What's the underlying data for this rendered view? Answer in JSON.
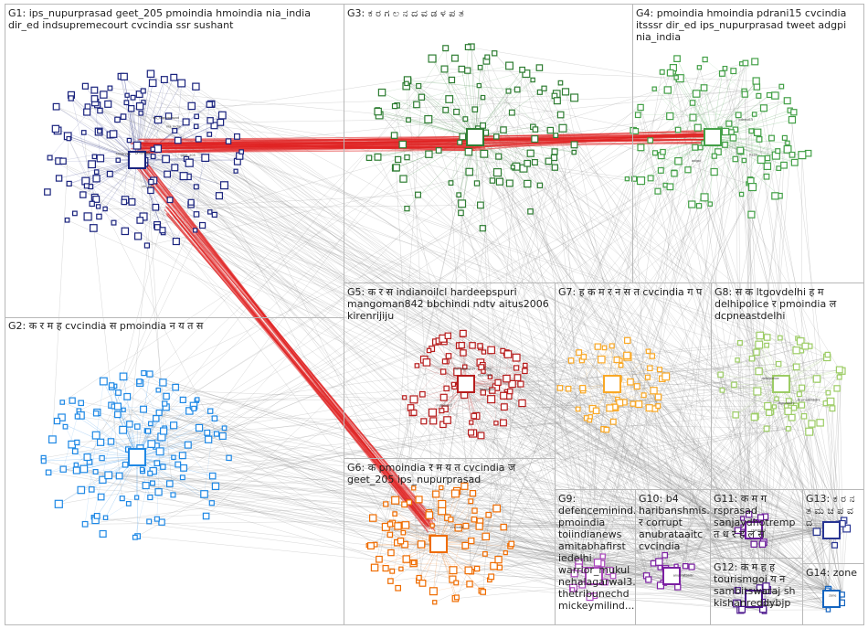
{
  "diagram": {
    "type": "network-graph",
    "edge_color": "#8c8c8c",
    "highlight_edge_color": "#e02020",
    "groups": [
      {
        "id": "G1",
        "label": "G1: ips_nupurprasad geet_205 pmoindia hmoindia nia_india dir_ed indsupremecourt cvcindia ssr sushant",
        "color": "#1a237e"
      },
      {
        "id": "G2",
        "label": "G2: क र म ह cvcindia स pmoindia न य त स",
        "color": "#1e88e5"
      },
      {
        "id": "G3",
        "label": "G3: ಕ ರ ಗ ಲ ನ ದ ವ ಡ ಳ ಪ ತ",
        "color": "#2e7d32"
      },
      {
        "id": "G4",
        "label": "G4: pmoindia hmoindia pdrani15 cvcindia itsssr dir_ed ips_nupurprasad tweet adgpi nia_india",
        "color": "#43a047"
      },
      {
        "id": "G5",
        "label": "G5: क र स indianoilcl hardeepspuri mangoman842 bbchindi ndtv aitus2006 kirenrijiju",
        "color": "#b71c1c"
      },
      {
        "id": "G6",
        "label": "G6: क pmoindia र म य त cvcindia ज geet_205 ips_nupurprasad",
        "color": "#ef6c00"
      },
      {
        "id": "G7",
        "label": "G7: ह क म र न स त cvcindia ग प",
        "color": "#f9a825"
      },
      {
        "id": "G8",
        "label": "G8: स क ltgovdelhi ह म delhipolice र pmoindia ल dcpneastdelhi",
        "color": "#9ccc65"
      },
      {
        "id": "G9",
        "label": "G9: defenceminind... pmoindia toiindianews amitabhafirst iedelhi warrior_mukul nehalagarwal3... thetribunechd mickeymilind...",
        "color": "#ab47bc"
      },
      {
        "id": "G10",
        "label": "G10: b4 haribanshmis... र corrupt anubrataaitc cvcindia",
        "color": "#7b1fa2"
      },
      {
        "id": "G11",
        "label": "G11: क म ग rsprasad sanjaydhotremp त ध र ह ल स",
        "color": "#6a1b9a"
      },
      {
        "id": "G12",
        "label": "G12: क म ह ह tourismgoi य न sambitswaraj sh kishanreddybjp",
        "color": "#4a148c"
      },
      {
        "id": "G13",
        "label": "G13: ಕ ರ ನ ತ ಮ ಚ ಪ ವ ದ",
        "color": "#283593"
      },
      {
        "id": "G14",
        "label": "G14: zone",
        "color": "#1565c0"
      }
    ],
    "node_labels": [
      "ips_nupurprasad",
      "geet_205",
      "pmoindia",
      "hmoindia",
      "nia_india",
      "dir_ed",
      "cvcindia",
      "pdrani15",
      "itsssr",
      "adgpi",
      "indianoilcl",
      "hardeepspuri",
      "bbchindi",
      "ndtv",
      "kirenrijiju",
      "ltgovdelhi",
      "delhipolice",
      "dcpneastdelhi",
      "rsprasad",
      "sambitswaraj",
      "kishanreddybjp",
      "tourismgoi",
      "anubrataaitc",
      "zone"
    ]
  }
}
